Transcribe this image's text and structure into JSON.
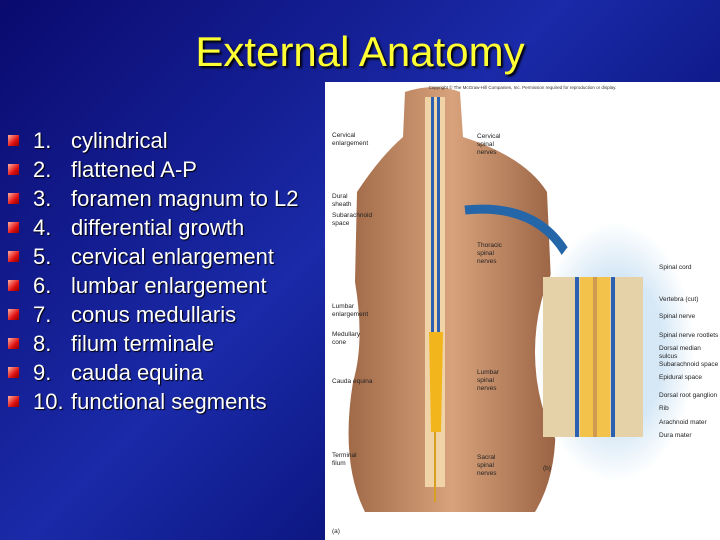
{
  "slide": {
    "title": "External Anatomy",
    "items": [
      {
        "num": "1.",
        "text": "cylindrical"
      },
      {
        "num": "2.",
        "text": "flattened A-P"
      },
      {
        "num": "3.",
        "text": "foramen magnum to L2"
      },
      {
        "num": "4.",
        "text": "differential growth"
      },
      {
        "num": "5.",
        "text": "cervical enlargement"
      },
      {
        "num": "6.",
        "text": "lumbar enlargement"
      },
      {
        "num": "7.",
        "text": "conus medullaris"
      },
      {
        "num": "8.",
        "text": "filum terminale"
      },
      {
        "num": "9.",
        "text": "cauda equina"
      },
      {
        "num": "10.",
        "text": "functional segments"
      }
    ],
    "colors": {
      "title": "#ffff33",
      "bullet": "#e01010",
      "background": "#1a2aa8"
    }
  },
  "figure": {
    "copyright": "Copyright © The McGraw-Hill Companies, Inc. Permission required for reproduction or display.",
    "labels_a": [
      "Cervical\nenlargement",
      "Dural\nsheath",
      "Subarachnoid\nspace",
      "Lumbar\nenlargement",
      "Medullary\ncone",
      "Cauda equina",
      "Terminal\nfilum",
      "Cervical\nspinal\nnerves",
      "Thoracic\nspinal\nnerves",
      "Lumbar\nspinal\nnerves",
      "Sacral\nspinal\nnerves"
    ],
    "labels_b": [
      "Spinal cord",
      "Vertebra (cut)",
      "Spinal nerve",
      "Spinal nerve rootlets",
      "Dorsal median sulcus",
      "Subarachnoid space",
      "Epidural space",
      "Dorsal root ganglion",
      "Rib",
      "Arachnoid mater",
      "Dura mater"
    ],
    "panel_a": "(a)",
    "panel_b": "(b)"
  }
}
